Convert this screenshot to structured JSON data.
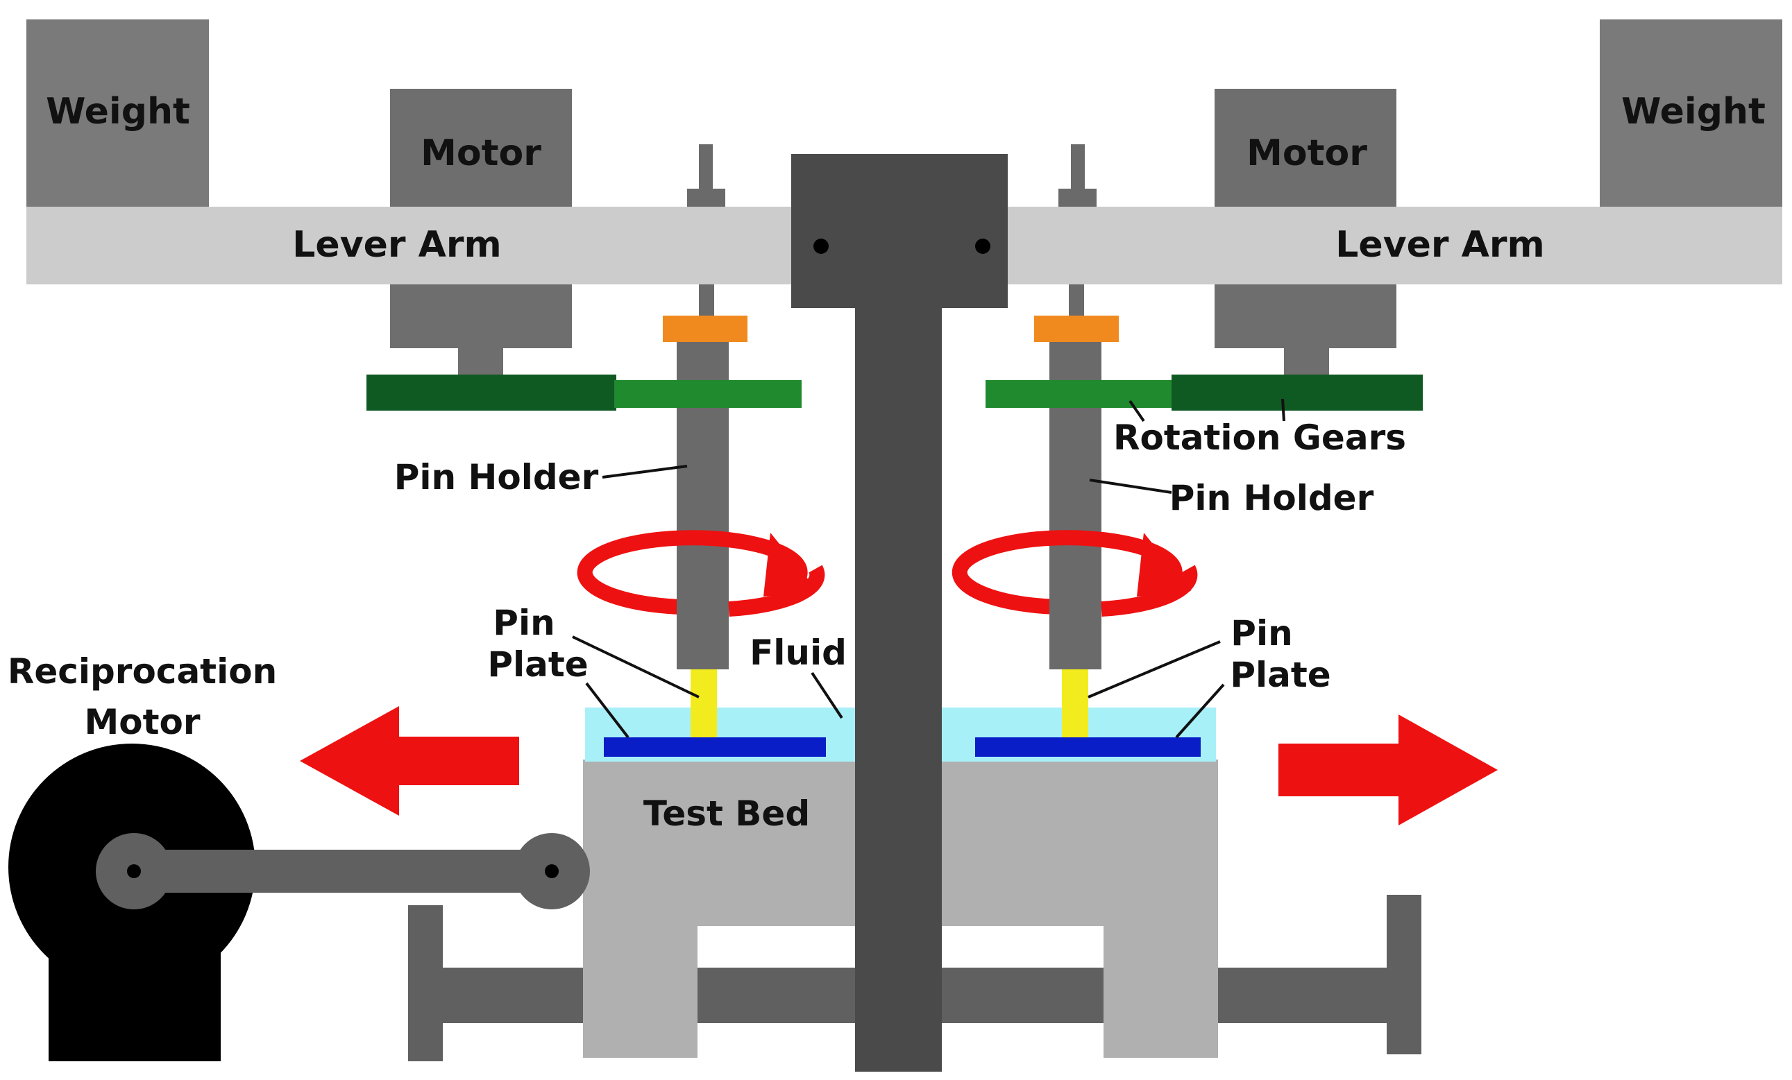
{
  "labels": {
    "weight_left": "Weight",
    "weight_right": "Weight",
    "motor_left": "Motor",
    "motor_right": "Motor",
    "lever_arm_left": "Lever Arm",
    "lever_arm_right": "Lever Arm",
    "rotation_gears": "Rotation Gears",
    "pin_holder_left": "Pin Holder",
    "pin_holder_right": "Pin Holder",
    "pin_plate_left_line1": "Pin",
    "pin_plate_left_line2": "Plate",
    "pin_plate_right_line1": "Pin",
    "pin_plate_right_line2": "Plate",
    "fluid": "Fluid",
    "reciprocation_motor_line1": "Reciprocation",
    "reciprocation_motor_line2": "Motor",
    "test_bed": "Test Bed"
  },
  "colors": {
    "weight": "#7a7a7a",
    "motor": "#6e6e6e",
    "lever_arm": "#cccccc",
    "central_column": "#4a4a4a",
    "pin_holder": "#6a6a6a",
    "collar": "#f08a1e",
    "gear_dark": "#0f5a23",
    "gear_light": "#1f8a2e",
    "pin": "#f2ec1e",
    "fluid": "#a8f0f8",
    "pin_plate": "#0a1ec8",
    "test_bed": "#b0b0b0",
    "frame": "#606060",
    "reciprocation_motor": "#000000",
    "crank": "#606060",
    "arrow": "#ee1111",
    "rotation_arrow": "#ee1111"
  },
  "icons": {
    "motion_arrows": "arrow-left-icon / arrow-right-icon",
    "rotation": "rotation-arrow-icon"
  }
}
